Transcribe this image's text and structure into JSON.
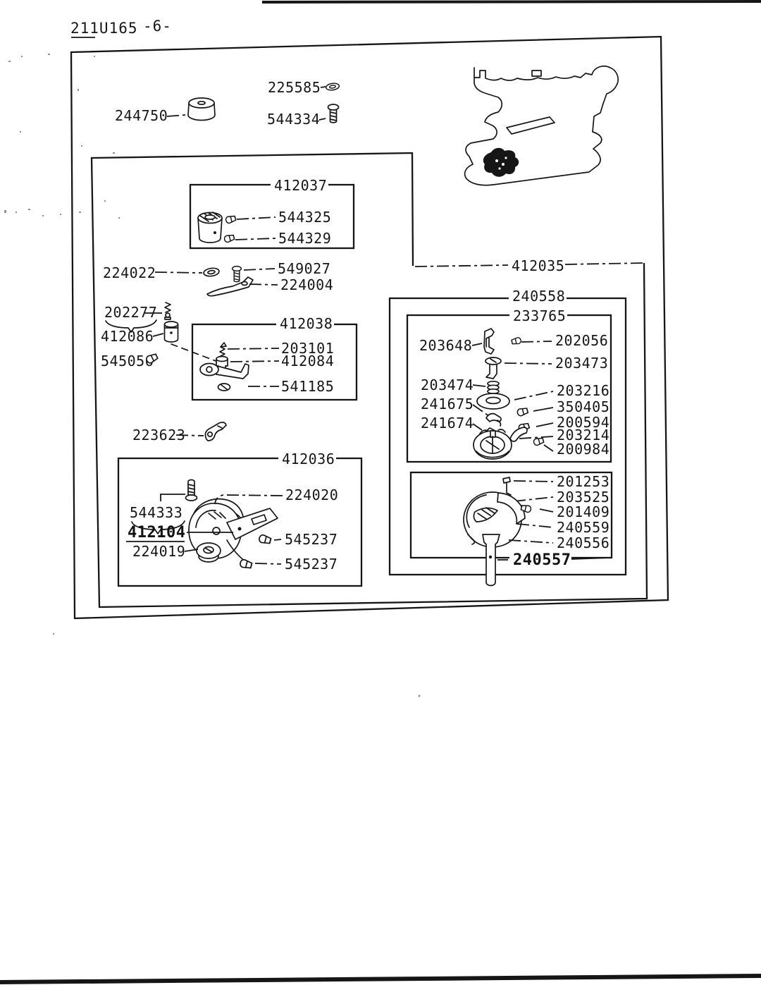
{
  "header": {
    "doc_code": "211U165",
    "page_no": "-6-"
  },
  "labels": {
    "top_washer": "225585",
    "bobbin": "244750",
    "top_screw": "544334",
    "box_gear": "412037",
    "gear_screw_a": "544325",
    "gear_screw_b": "544329",
    "feed_washer": "224022",
    "feed_screw": "549027",
    "feed_lever": "224004",
    "tension_spring_set": "202277",
    "bushing": "412086",
    "set_screw": "545056",
    "box_arm": "412038",
    "arm_spring": "203101",
    "arm_stud": "412084",
    "arm_assy": "541185",
    "stop_lever": "223623",
    "box_case": "412036",
    "case_cover": "224020",
    "case_screw": "544333",
    "case_assy": "412104",
    "case_knob": "224019",
    "case_set_screw_a": "545237",
    "case_set_screw_b": "545237",
    "box_hook_assy": "412035",
    "box_hook_set": "240558",
    "box_bobbin_case_set": "233765",
    "latch": "203648",
    "latch_screw": "202056",
    "latch_stud": "203473",
    "latch_spring": "203474",
    "case_washer": "203216",
    "clip_a": "241675",
    "hook_screw_a": "350405",
    "clip_b": "241674",
    "hook_screw_b": "200594",
    "bobbin_case_body": "203214",
    "hook_screw_c": "200984",
    "pin": "201253",
    "position_clip": "203525",
    "hook_set_screw": "201409",
    "raceway": "240559",
    "hook_body": "240556",
    "hook_shaft": "240557"
  },
  "colors": {
    "ink": "#161616",
    "paper": "#ffffff"
  }
}
